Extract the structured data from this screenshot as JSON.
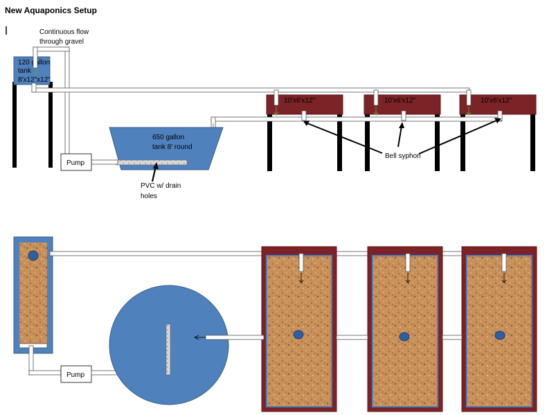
{
  "title": "New Aquaponics Setup",
  "colors": {
    "tank_blue": "#4f81bd",
    "tank_border": "#385d8a",
    "bed_red": "#7b2326",
    "bed_border": "#5a1a1c",
    "gravel": "#c8905a",
    "drain_blue": "#2f5fa0"
  },
  "side_view": {
    "continuous_flow_label_1": "Continuous flow",
    "continuous_flow_label_2": "through gravel",
    "small_tank_line_1": "120 gallon",
    "small_tank_line_2": "tank",
    "small_tank_line_3": "8'x12\"x12\"",
    "big_tank_line_1": "650 gallon",
    "big_tank_line_2": "tank 8' round",
    "pump_label": "Pump",
    "pvc_label_1": "PVC w/ drain",
    "pvc_label_2": "holes",
    "grow_bed_labels": [
      "10'x6'x12\"",
      "10'x6'x12\"",
      "10'x6'x12\""
    ],
    "bell_syphon_label": "Bell syphon"
  },
  "top_view": {
    "pump_label": "Pump"
  }
}
